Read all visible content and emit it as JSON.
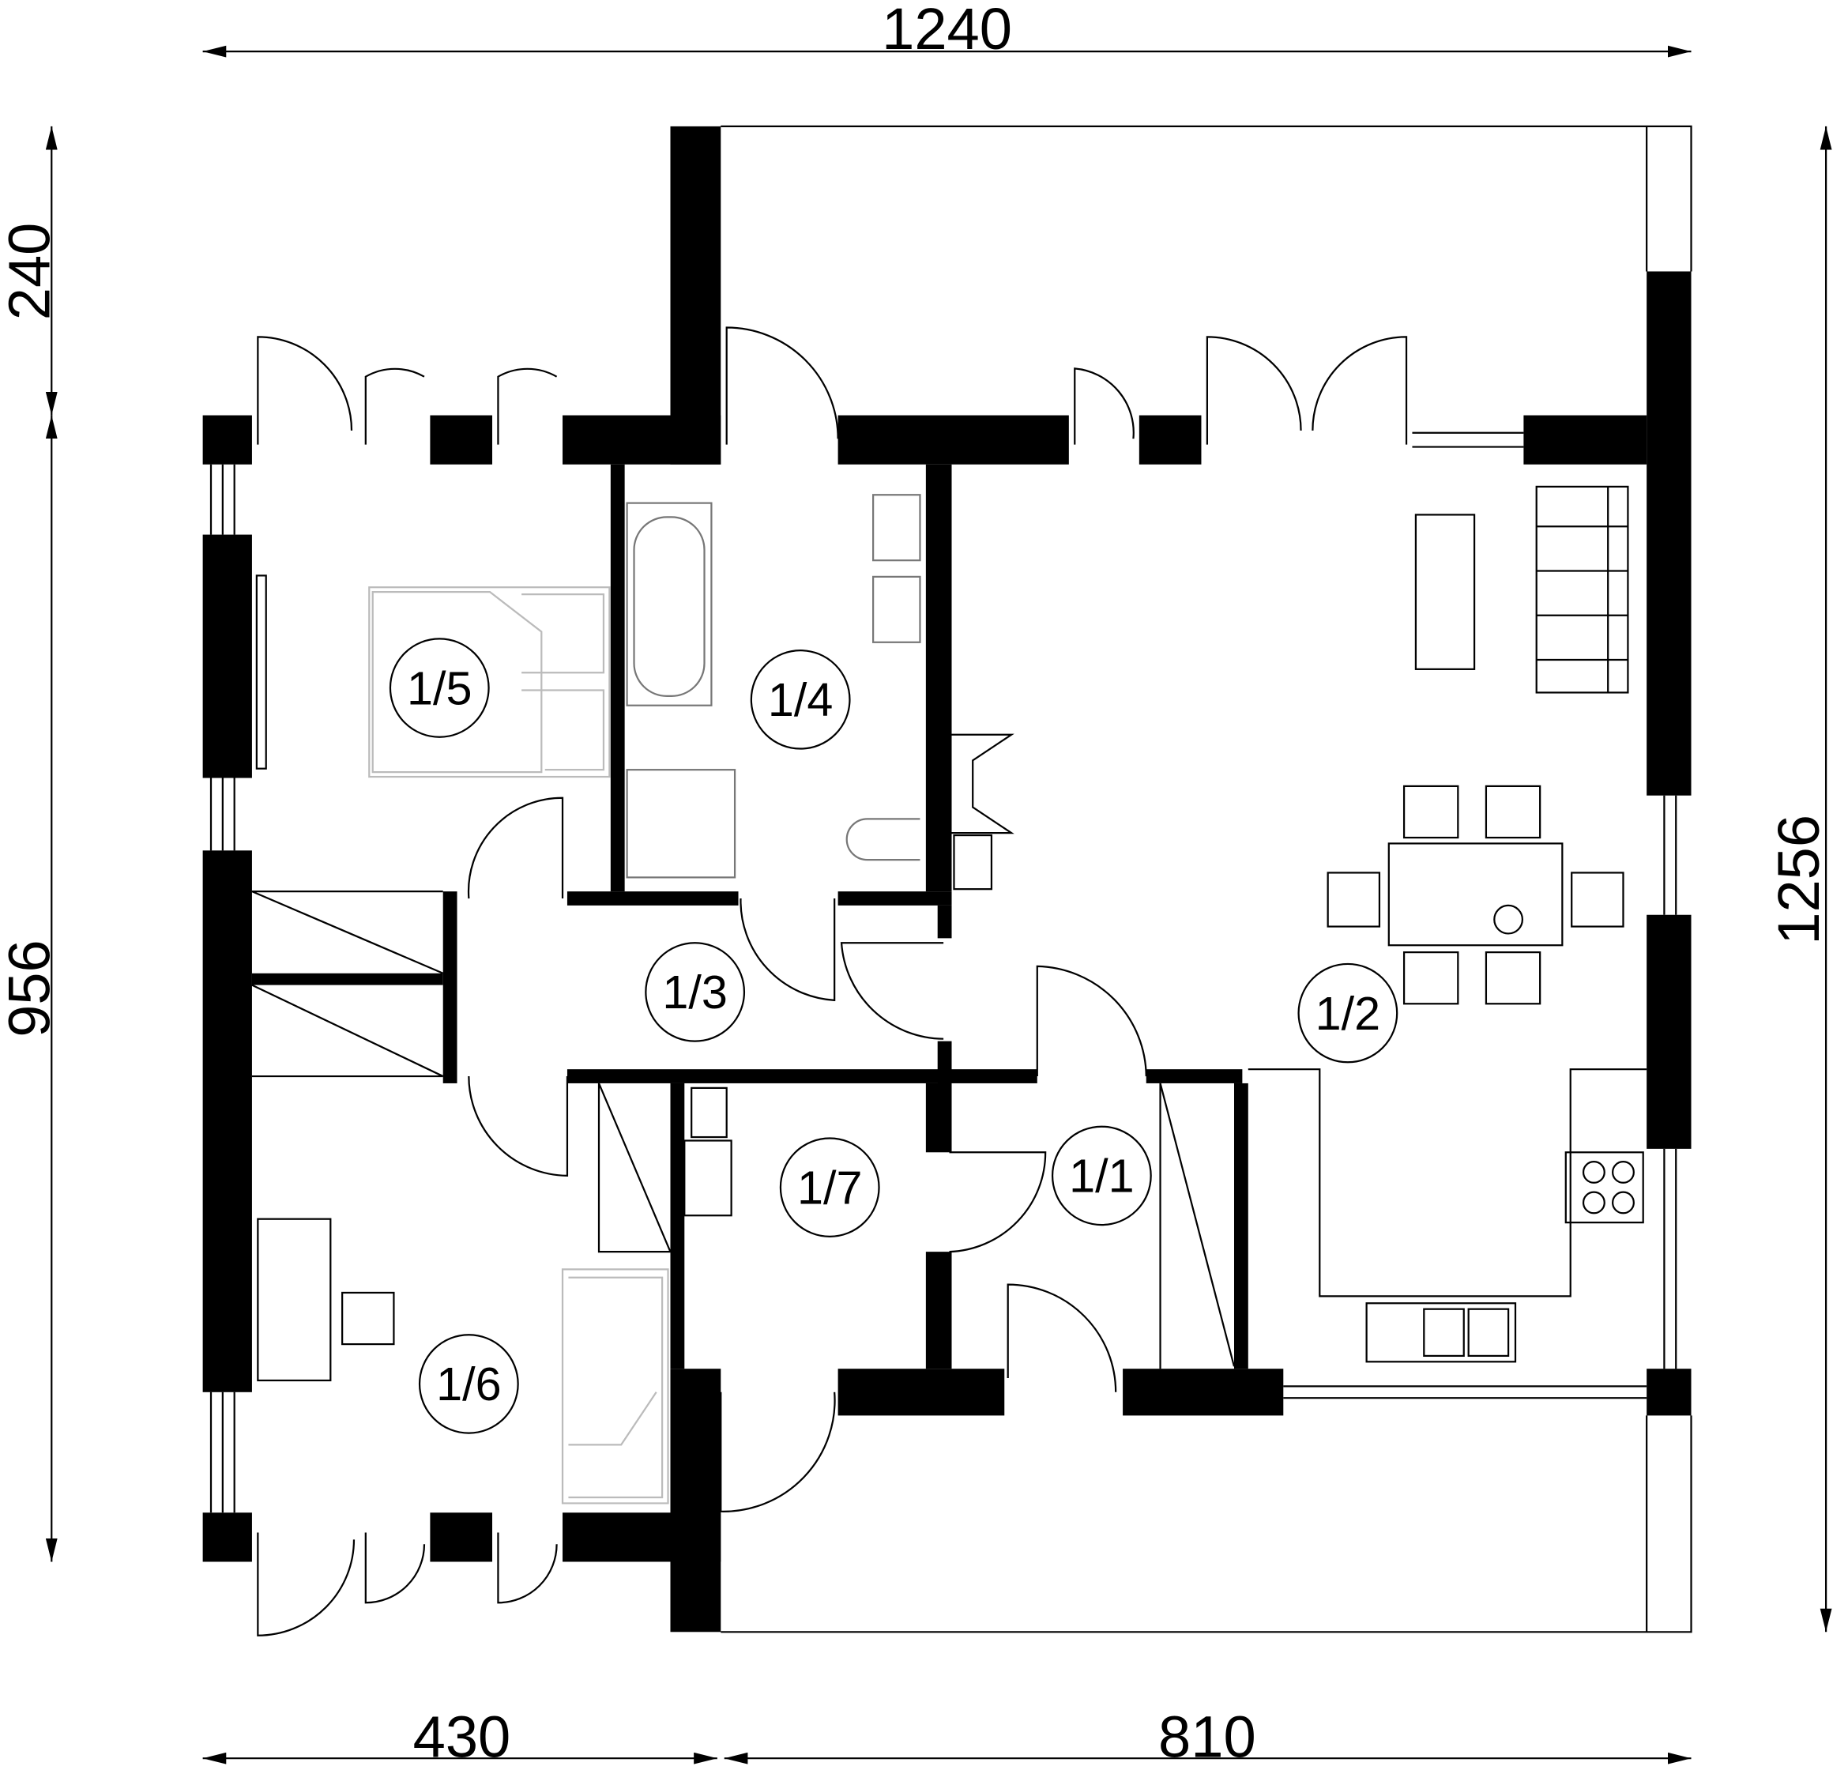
{
  "dimensions": {
    "top_total": "1240",
    "left_upper": "240",
    "left_lower": "956",
    "right_total": "1256",
    "bottom_left": "430",
    "bottom_right": "810"
  },
  "rooms": [
    {
      "id": "1/1"
    },
    {
      "id": "1/2"
    },
    {
      "id": "1/3"
    },
    {
      "id": "1/4"
    },
    {
      "id": "1/5"
    },
    {
      "id": "1/6"
    },
    {
      "id": "1/7"
    }
  ]
}
